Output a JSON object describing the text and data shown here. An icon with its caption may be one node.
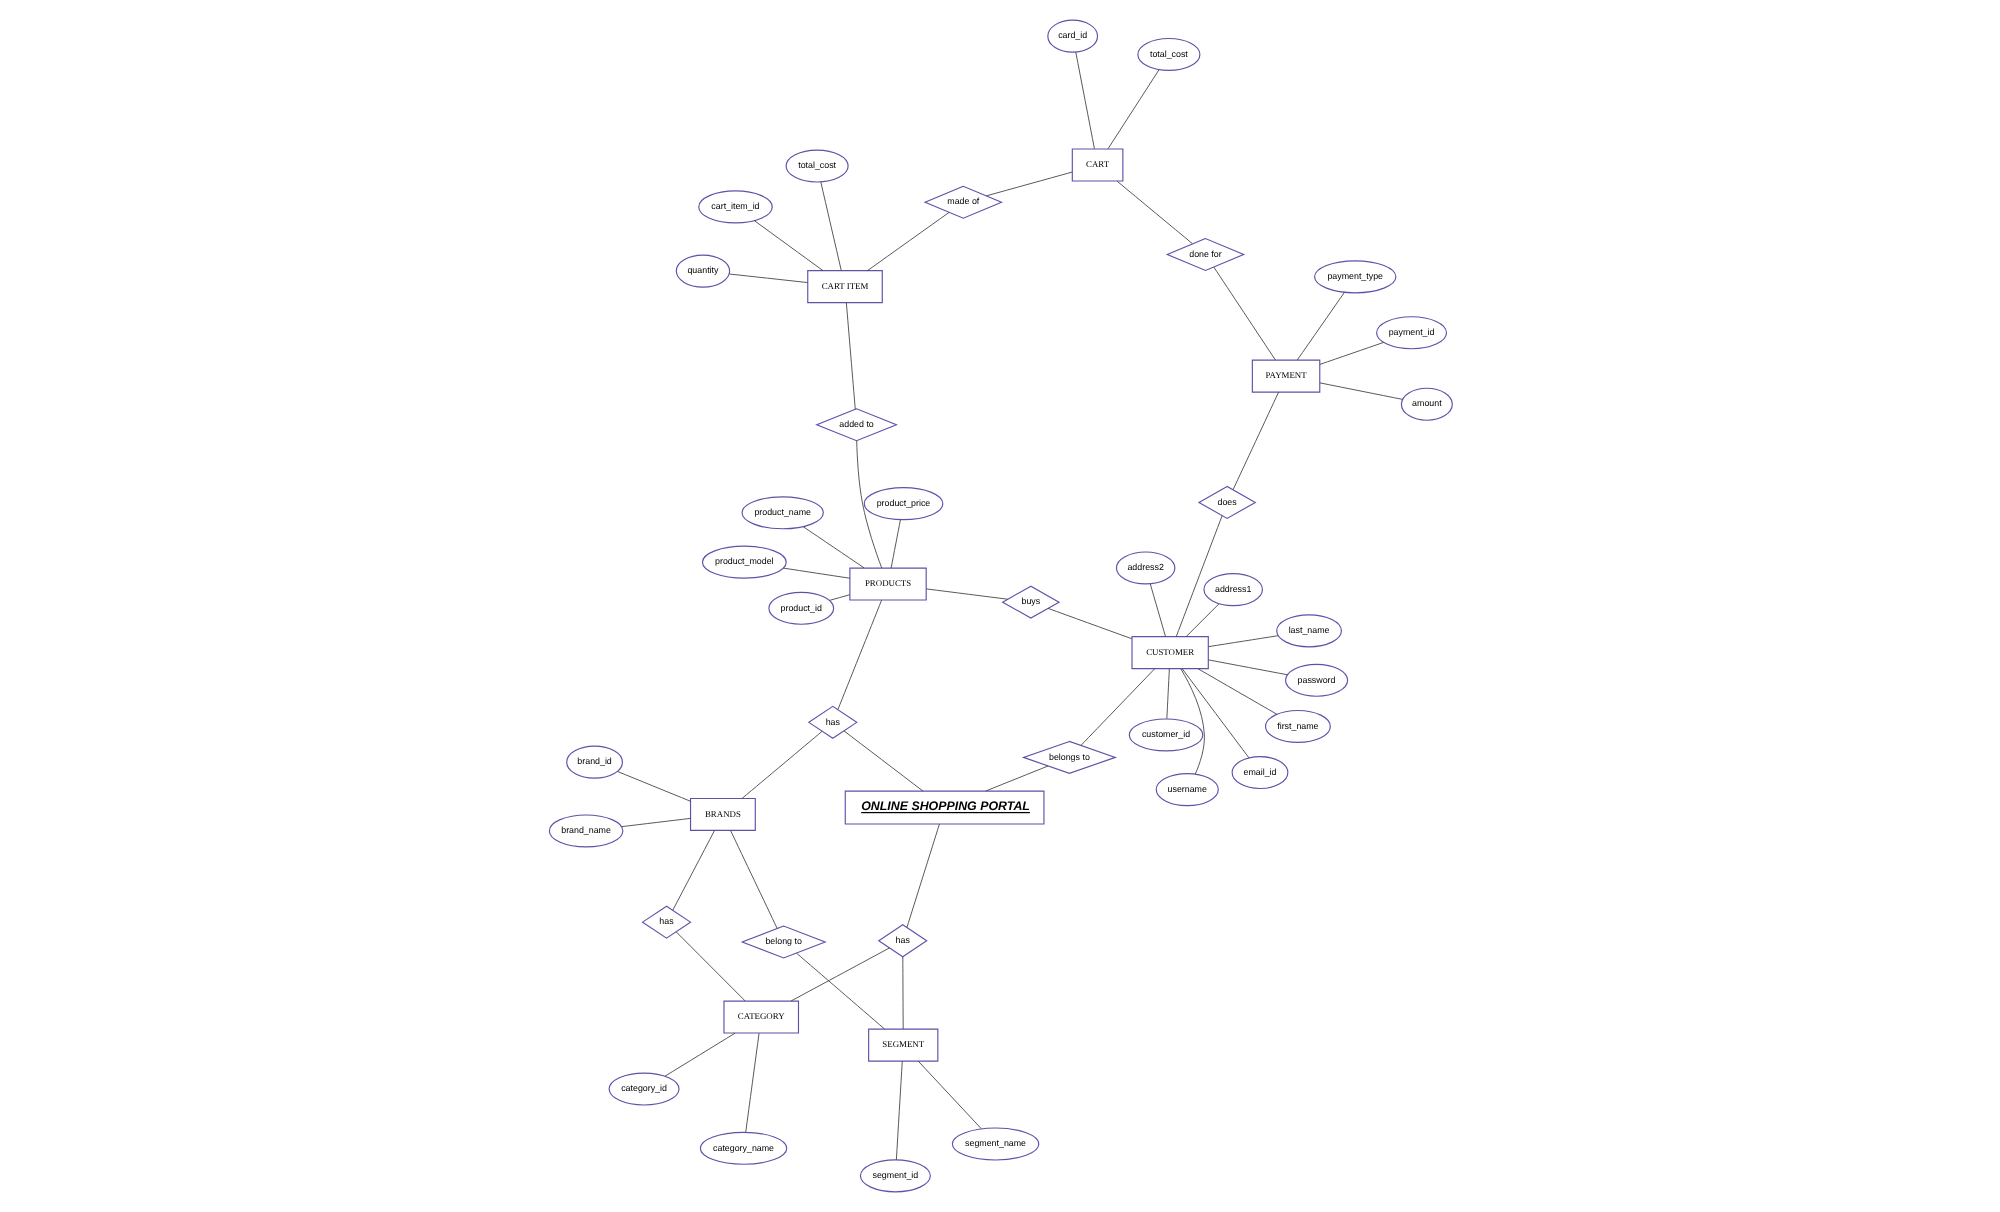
{
  "diagram": {
    "nodes": [
      {
        "text": [
          "segment_id"
        ]
      },
      {
        "text": [
          "SEGMENT"
        ]
      },
      {
        "text": [
          "has"
        ]
      },
      {
        "text": [
          "CATEGORY"
        ]
      },
      {
        "text": [
          "segment_name"
        ]
      },
      {
        "text": [
          "category_id"
        ]
      },
      {
        "text": [
          "belong to"
        ]
      },
      {
        "text": [
          "category_name"
        ]
      },
      {
        "text": [
          "ONLINE SHOPPING PORTAL"
        ]
      },
      {
        "text": [
          "has"
        ]
      },
      {
        "text": [
          "email_id"
        ]
      },
      {
        "text": [
          "customer_id"
        ]
      },
      {
        "text": [
          "password"
        ]
      },
      {
        "text": [
          "last_name"
        ]
      },
      {
        "text": [
          "address1"
        ]
      },
      {
        "text": [
          "first_name"
        ]
      },
      {
        "text": [
          "CUSTOMER"
        ]
      },
      {
        "text": [
          "address2"
        ]
      },
      {
        "text": [
          "BRANDS"
        ]
      },
      {
        "text": [
          "brand_name"
        ]
      },
      {
        "text": [
          "belongs to"
        ]
      },
      {
        "text": [
          "username"
        ]
      },
      {
        "text": [
          "brand_id"
        ]
      },
      {
        "text": [
          "does"
        ]
      },
      {
        "text": [
          "has"
        ]
      },
      {
        "text": [
          "amount"
        ]
      },
      {
        "text": [
          "product_price"
        ]
      },
      {
        "text": [
          "payment_id"
        ]
      },
      {
        "text": [
          "PAYMENT"
        ]
      },
      {
        "text": [
          "buys"
        ]
      },
      {
        "text": [
          "PRODUCTS"
        ]
      },
      {
        "text": [
          "product_id"
        ]
      },
      {
        "text": [
          "payment_type"
        ]
      },
      {
        "text": [
          "product_model"
        ]
      },
      {
        "text": [
          "product_name"
        ]
      },
      {
        "text": [
          "done for"
        ]
      },
      {
        "text": [
          "added to"
        ]
      },
      {
        "text": [
          "card_id"
        ]
      },
      {
        "text": [
          "quantity"
        ]
      },
      {
        "text": [
          "CART"
        ]
      },
      {
        "text": [
          "made of"
        ]
      },
      {
        "text": [
          "CART ITEM"
        ]
      },
      {
        "text": [
          "cart_item_id"
        ]
      },
      {
        "text": [
          "total_cost"
        ]
      },
      {
        "text": [
          "total_cost"
        ]
      }
    ],
    "edges": [
      {
        "from": 0,
        "to": 1,
        "arrow": "none"
      },
      {
        "from": 4,
        "to": 1,
        "arrow": "none"
      },
      {
        "from": 5,
        "to": 3,
        "arrow": "none"
      },
      {
        "from": 7,
        "to": 3,
        "arrow": "none"
      },
      {
        "from": 11,
        "to": 16,
        "arrow": "none"
      },
      {
        "from": 12,
        "to": 16,
        "arrow": "none"
      },
      {
        "from": 10,
        "to": 16,
        "arrow": "none"
      },
      {
        "from": 14,
        "to": 16,
        "arrow": "none"
      },
      {
        "from": 17,
        "to": 16,
        "arrow": "none"
      },
      {
        "from": 13,
        "to": 16,
        "arrow": "none"
      },
      {
        "from": 15,
        "to": 16,
        "arrow": "none"
      },
      {
        "from": 21,
        "to": 16,
        "arrow": "none"
      },
      {
        "from": 19,
        "to": 18,
        "arrow": "none"
      },
      {
        "from": 22,
        "to": 18,
        "arrow": "none"
      },
      {
        "from": 25,
        "to": 28,
        "arrow": "none"
      },
      {
        "from": 27,
        "to": 28,
        "arrow": "none"
      },
      {
        "from": 32,
        "to": 28,
        "arrow": "none"
      },
      {
        "from": 26,
        "to": 30,
        "arrow": "none"
      },
      {
        "from": 31,
        "to": 30,
        "arrow": "none"
      },
      {
        "from": 33,
        "to": 30,
        "arrow": "none"
      },
      {
        "from": 34,
        "to": 30,
        "arrow": "none"
      },
      {
        "from": 37,
        "to": 39,
        "arrow": "none"
      },
      {
        "from": 43,
        "to": 39,
        "arrow": "none"
      },
      {
        "from": 38,
        "to": 41,
        "arrow": "none"
      },
      {
        "from": 42,
        "to": 41,
        "arrow": "none"
      },
      {
        "from": 44,
        "to": 41,
        "arrow": "none"
      },
      {
        "from": 1,
        "to": 2,
        "arrow": "none"
      },
      {
        "from": 2,
        "to": 3,
        "arrow": "none"
      },
      {
        "from": 2,
        "to": 8,
        "arrow": "none"
      },
      {
        "from": 1,
        "to": 6,
        "arrow": "none"
      },
      {
        "from": 6,
        "to": 18,
        "arrow": "none"
      },
      {
        "from": 3,
        "to": 9,
        "arrow": "none"
      },
      {
        "from": 9,
        "to": 18,
        "arrow": "none"
      },
      {
        "from": 16,
        "to": 20,
        "arrow": "none"
      },
      {
        "from": 20,
        "to": 8,
        "arrow": "none"
      },
      {
        "from": 8,
        "to": 24,
        "arrow": "none"
      },
      {
        "from": 18,
        "to": 24,
        "arrow": "none"
      },
      {
        "from": 24,
        "to": 30,
        "arrow": "none"
      },
      {
        "from": 16,
        "to": 23,
        "arrow": "none"
      },
      {
        "from": 23,
        "to": 28,
        "arrow": "none"
      },
      {
        "from": 28,
        "to": 35,
        "arrow": "none"
      },
      {
        "from": 35,
        "to": 39,
        "arrow": "none"
      },
      {
        "from": 39,
        "to": 40,
        "arrow": "none"
      },
      {
        "from": 40,
        "to": 41,
        "arrow": "none"
      },
      {
        "from": 16,
        "to": 29,
        "arrow": "none"
      },
      {
        "from": 29,
        "to": 30,
        "arrow": "none"
      },
      {
        "from": 30,
        "to": 36,
        "arrow": "none"
      },
      {
        "from": 36,
        "to": 41,
        "arrow": "none"
      }
    ]
  }
}
